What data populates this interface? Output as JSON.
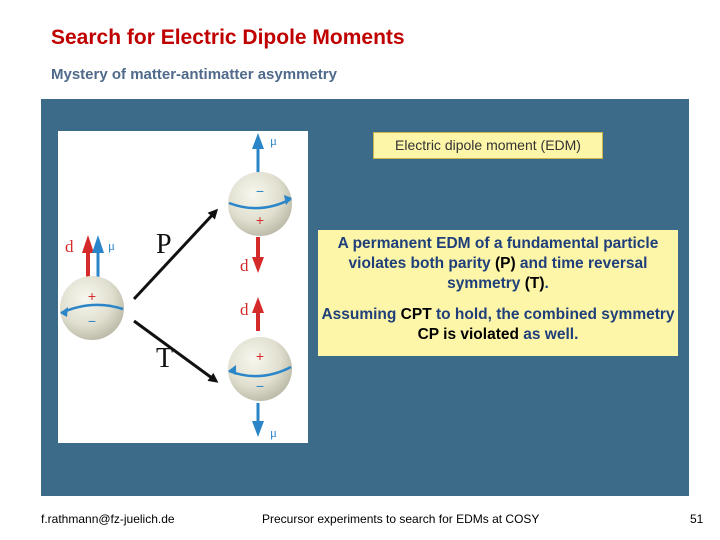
{
  "slide": {
    "title": "Search for Electric Dipole Moments",
    "subtitle": "Mystery of matter-antimatter asymmetry"
  },
  "figure": {
    "label_p": "P",
    "label_t": "T",
    "symbol_d": "d",
    "symbol_mu": "μ",
    "plus": "+",
    "minus": "−"
  },
  "callout": {
    "label": "Electric dipole moment (EDM)"
  },
  "body": {
    "p1_a": "A permanent EDM of a fundamental particle violates both parity ",
    "p1_b": "(P)",
    "p1_c": " and time reversal symmetry ",
    "p1_d": "(T)",
    "p1_e": ".",
    "p2_a": "Assuming ",
    "p2_b": "CPT",
    "p2_c": " to hold, the combined symmetry ",
    "p2_d": "CP is violated",
    "p2_e": " as well."
  },
  "footer": {
    "email": "f.rathmann@fz-juelich.de",
    "center": "Precursor experiments to search for EDMs at COSY",
    "page": "51"
  },
  "colors": {
    "title": "#c00000",
    "subtitle": "#4f6a8a",
    "panel": "#3c6b8a",
    "callout_bg": "#fdf5a8",
    "text_blue": "#1f3f7a",
    "arrow_red": "#d42a2a",
    "arrow_blue": "#2a86c8"
  }
}
